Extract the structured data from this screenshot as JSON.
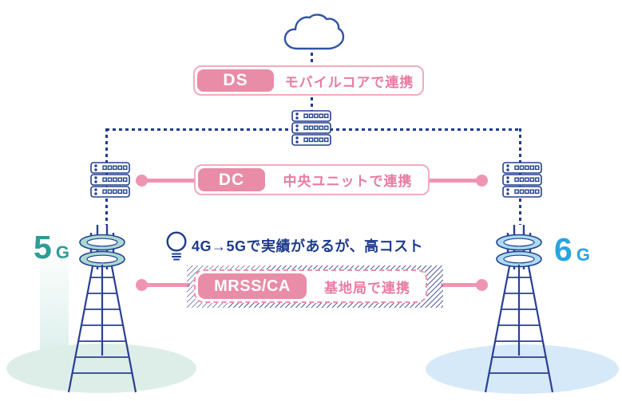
{
  "diagram": {
    "cloud": {
      "icon": "cloud-icon"
    },
    "ds": {
      "badge": "DS",
      "label": "モバイルコアで連携"
    },
    "dc": {
      "badge": "DC",
      "label": "中央ユニットで連携"
    },
    "mrss": {
      "badge": "MRSS/CA",
      "label": "基地局で連携"
    },
    "note": {
      "icon": "lightbulb-icon",
      "text": "4G→5Gで実績があるが、高コスト"
    },
    "towers": {
      "left": {
        "number": "5",
        "unit": "G"
      },
      "right": {
        "number": "6",
        "unit": "G"
      }
    }
  },
  "colors": {
    "navy": "#24418e",
    "pink_badge": "#e88ca8",
    "pink_border": "#f3abbe",
    "pink_text": "#e77ca2",
    "pink_connector": "#ee95b1",
    "teal_5g": "#2e9d94",
    "blue_6g": "#27a5e0",
    "ground_left": "#ddeee9",
    "ground_right": "#d6e9f8",
    "hatch_line": "#56619f"
  }
}
